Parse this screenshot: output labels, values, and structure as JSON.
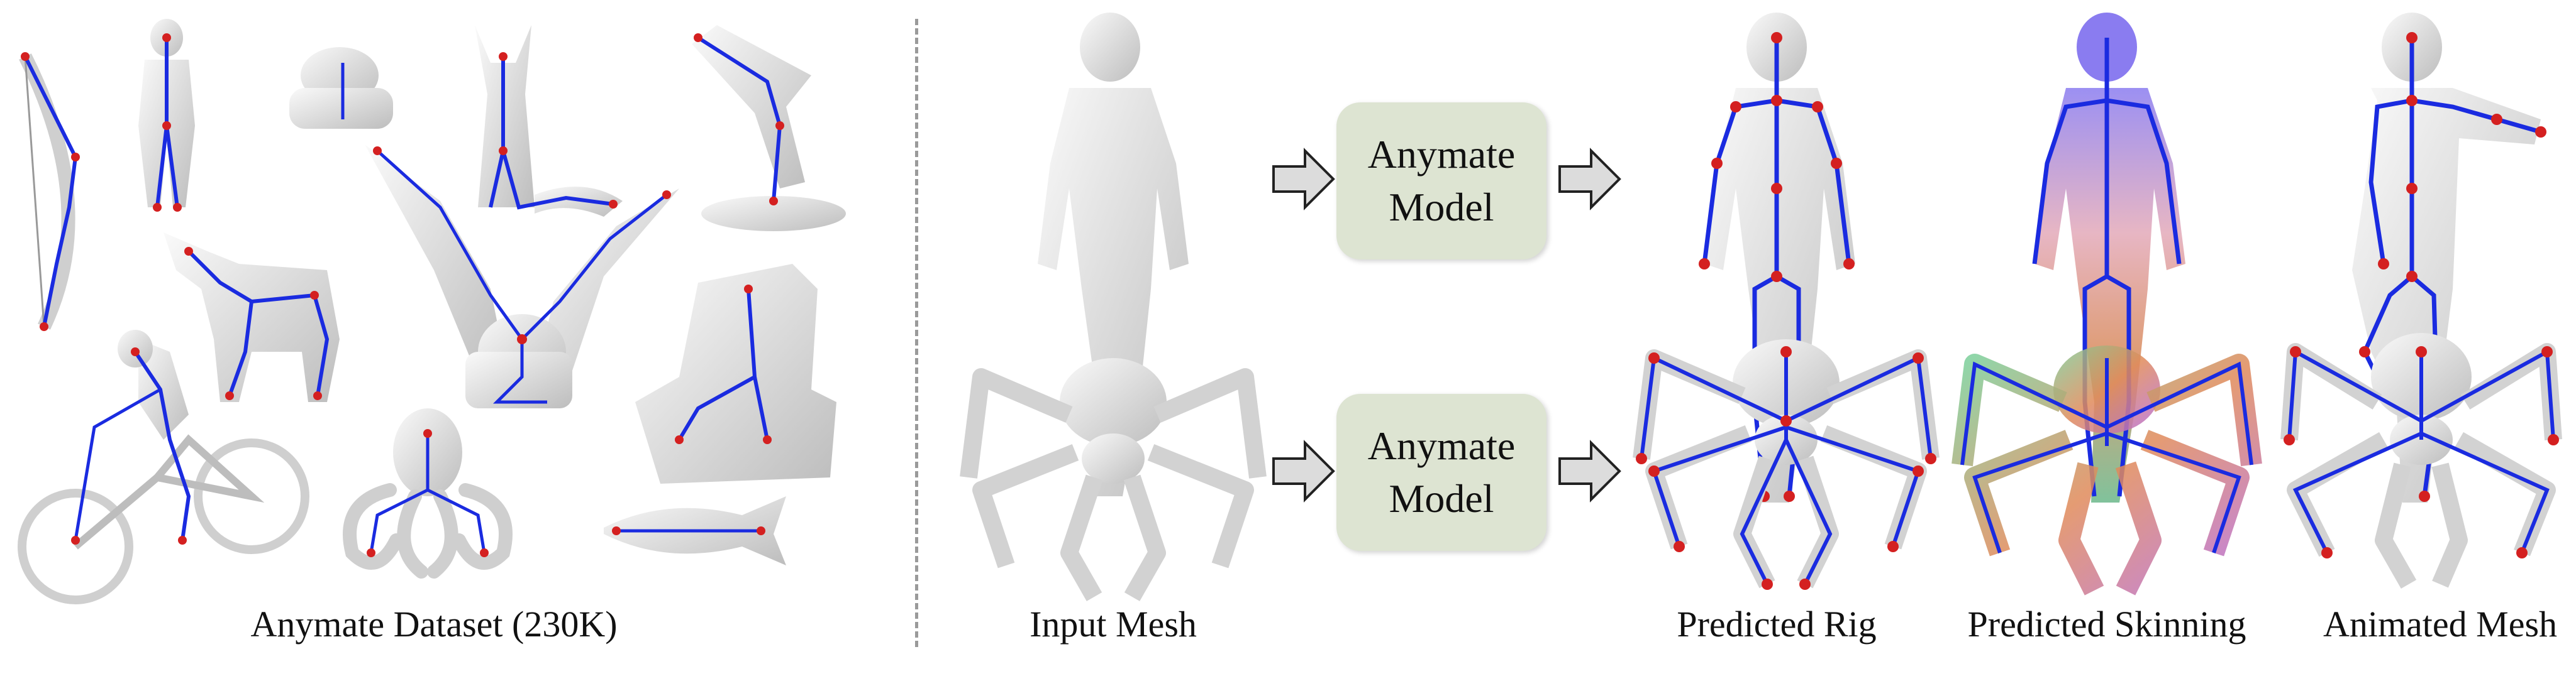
{
  "dataset": {
    "caption": "Anymate Dataset (230K)"
  },
  "pipeline": {
    "model_label_line1": "Anymate",
    "model_label_line2": "Model",
    "captions": {
      "input": "Input Mesh",
      "rig": "Predicted Rig",
      "skinning": "Predicted Skinning",
      "animated": "Animated Mesh"
    }
  },
  "colors": {
    "bone": "#1a2be0",
    "joint": "#d42020",
    "mesh": "#e6e6e6",
    "model_box": "#dde4d2",
    "divider": "#9a9a9a"
  }
}
